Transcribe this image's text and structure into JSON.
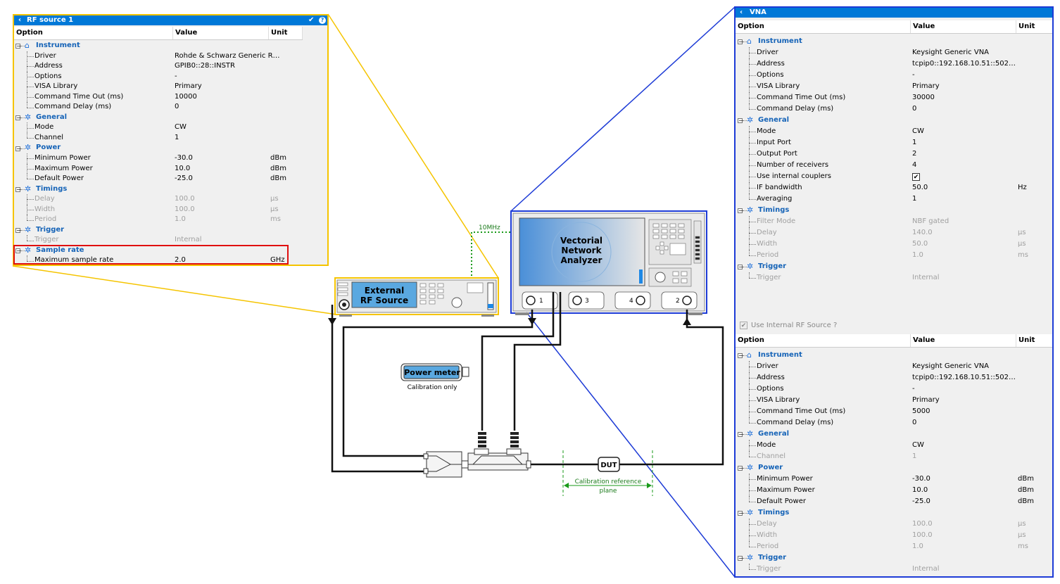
{
  "rf_panel": {
    "title": "RF source 1",
    "headers": [
      "Option",
      "Value",
      "Unit"
    ],
    "rows": [
      {
        "type": "group",
        "label": "Instrument",
        "icon": "instrument-icon"
      },
      {
        "type": "item",
        "label": "Driver",
        "value": "Rohde & Schwarz Generic R…",
        "unit": ""
      },
      {
        "type": "item",
        "label": "Address",
        "value": "GPIB0::28::INSTR",
        "unit": ""
      },
      {
        "type": "item",
        "label": "Options",
        "value": "-",
        "unit": ""
      },
      {
        "type": "item",
        "label": "VISA Library",
        "value": "Primary",
        "unit": ""
      },
      {
        "type": "item",
        "label": "Command Time Out (ms)",
        "value": "10000",
        "unit": ""
      },
      {
        "type": "item",
        "label": "Command Delay (ms)",
        "value": "0",
        "unit": "",
        "last": true
      },
      {
        "type": "group",
        "label": "General",
        "icon": "gear-icon"
      },
      {
        "type": "item",
        "label": "Mode",
        "value": "CW",
        "unit": ""
      },
      {
        "type": "item",
        "label": "Channel",
        "value": "1",
        "unit": "",
        "last": true
      },
      {
        "type": "group",
        "label": "Power",
        "icon": "gear-icon"
      },
      {
        "type": "item",
        "label": "Minimum Power",
        "value": "-30.0",
        "unit": "dBm"
      },
      {
        "type": "item",
        "label": "Maximum Power",
        "value": "10.0",
        "unit": "dBm"
      },
      {
        "type": "item",
        "label": "Default Power",
        "value": "-25.0",
        "unit": "dBm",
        "last": true
      },
      {
        "type": "group",
        "label": "Timings",
        "icon": "gear-icon"
      },
      {
        "type": "item",
        "label": "Delay",
        "value": "100.0",
        "unit": "µs",
        "disabled": true
      },
      {
        "type": "item",
        "label": "Width",
        "value": "100.0",
        "unit": "µs",
        "disabled": true
      },
      {
        "type": "item",
        "label": "Period",
        "value": "1.0",
        "unit": "ms",
        "disabled": true,
        "last": true
      },
      {
        "type": "group",
        "label": "Trigger",
        "icon": "gear-icon"
      },
      {
        "type": "item",
        "label": "Trigger",
        "value": "Internal",
        "unit": "",
        "disabled": true,
        "last": true
      },
      {
        "type": "group",
        "label": "Sample rate",
        "icon": "gear-icon"
      },
      {
        "type": "item",
        "label": "Maximum sample rate",
        "value": "2.0",
        "unit": "GHz",
        "last": true
      }
    ]
  },
  "vna_panel": {
    "title": "VNA",
    "headers": [
      "Option",
      "Value",
      "Unit"
    ],
    "rows_top": [
      {
        "type": "group",
        "label": "Instrument",
        "icon": "instrument-icon"
      },
      {
        "type": "item",
        "label": "Driver",
        "value": "Keysight Generic VNA",
        "unit": ""
      },
      {
        "type": "item",
        "label": "Address",
        "value": "tcpip0::192.168.10.51::502…",
        "unit": ""
      },
      {
        "type": "item",
        "label": "Options",
        "value": "-",
        "unit": ""
      },
      {
        "type": "item",
        "label": "VISA Library",
        "value": "Primary",
        "unit": ""
      },
      {
        "type": "item",
        "label": "Command Time Out (ms)",
        "value": "30000",
        "unit": ""
      },
      {
        "type": "item",
        "label": "Command Delay (ms)",
        "value": "0",
        "unit": "",
        "last": true
      },
      {
        "type": "group",
        "label": "General",
        "icon": "gear-icon"
      },
      {
        "type": "item",
        "label": "Mode",
        "value": "CW",
        "unit": ""
      },
      {
        "type": "item",
        "label": "Input Port",
        "value": "1",
        "unit": ""
      },
      {
        "type": "item",
        "label": "Output Port",
        "value": "2",
        "unit": ""
      },
      {
        "type": "item",
        "label": "Number of receivers",
        "value": "4",
        "unit": ""
      },
      {
        "type": "item",
        "label": "Use internal couplers",
        "value": "",
        "checkbox": true,
        "unit": ""
      },
      {
        "type": "item",
        "label": "IF bandwidth",
        "value": "50.0",
        "unit": "Hz"
      },
      {
        "type": "item",
        "label": "Averaging",
        "value": "1",
        "unit": "",
        "last": true
      },
      {
        "type": "group",
        "label": "Timings",
        "icon": "gear-icon"
      },
      {
        "type": "item",
        "label": "Filter Mode",
        "value": "NBF gated",
        "unit": "",
        "disabled": true
      },
      {
        "type": "item",
        "label": "Delay",
        "value": "140.0",
        "unit": "µs",
        "disabled": true
      },
      {
        "type": "item",
        "label": "Width",
        "value": "50.0",
        "unit": "µs",
        "disabled": true
      },
      {
        "type": "item",
        "label": "Period",
        "value": "1.0",
        "unit": "ms",
        "disabled": true,
        "last": true
      },
      {
        "type": "group",
        "label": "Trigger",
        "icon": "gear-icon"
      },
      {
        "type": "item",
        "label": "Trigger",
        "value": "Internal",
        "unit": "",
        "disabled": true,
        "last": true
      }
    ],
    "use_internal_label": "Use Internal RF Source ?",
    "rows_bottom": [
      {
        "type": "group",
        "label": "Instrument",
        "icon": "instrument-icon"
      },
      {
        "type": "item",
        "label": "Driver",
        "value": "Keysight Generic VNA",
        "unit": ""
      },
      {
        "type": "item",
        "label": "Address",
        "value": "tcpip0::192.168.10.51::502…",
        "unit": ""
      },
      {
        "type": "item",
        "label": "Options",
        "value": "-",
        "unit": ""
      },
      {
        "type": "item",
        "label": "VISA Library",
        "value": "Primary",
        "unit": ""
      },
      {
        "type": "item",
        "label": "Command Time Out (ms)",
        "value": "5000",
        "unit": ""
      },
      {
        "type": "item",
        "label": "Command Delay (ms)",
        "value": "0",
        "unit": "",
        "last": true
      },
      {
        "type": "group",
        "label": "General",
        "icon": "gear-icon"
      },
      {
        "type": "item",
        "label": "Mode",
        "value": "CW",
        "unit": ""
      },
      {
        "type": "item",
        "label": "Channel",
        "value": "1",
        "unit": "",
        "disabled": true,
        "last": true
      },
      {
        "type": "group",
        "label": "Power",
        "icon": "gear-icon"
      },
      {
        "type": "item",
        "label": "Minimum Power",
        "value": "-30.0",
        "unit": "dBm"
      },
      {
        "type": "item",
        "label": "Maximum Power",
        "value": "10.0",
        "unit": "dBm"
      },
      {
        "type": "item",
        "label": "Default Power",
        "value": "-25.0",
        "unit": "dBm",
        "last": true
      },
      {
        "type": "group",
        "label": "Timings",
        "icon": "gear-icon"
      },
      {
        "type": "item",
        "label": "Delay",
        "value": "100.0",
        "unit": "µs",
        "disabled": true
      },
      {
        "type": "item",
        "label": "Width",
        "value": "100.0",
        "unit": "µs",
        "disabled": true
      },
      {
        "type": "item",
        "label": "Period",
        "value": "1.0",
        "unit": "ms",
        "disabled": true,
        "last": true
      },
      {
        "type": "group",
        "label": "Trigger",
        "icon": "gear-icon"
      },
      {
        "type": "item",
        "label": "Trigger",
        "value": "Internal",
        "unit": "",
        "disabled": true,
        "last": true
      }
    ]
  },
  "diagram": {
    "rf_source_label_1": "External",
    "rf_source_label_2": "RF Source",
    "vna_label_1": "Vectorial",
    "vna_label_2": "Network",
    "vna_label_3": "Analyzer",
    "ref_clock_label": "10MHz",
    "power_meter_label": "Power meter",
    "power_meter_note": "Calibration only",
    "dut_label": "DUT",
    "cal_plane_label_1": "Calibration reference",
    "cal_plane_label_2": "plane",
    "port_labels": [
      "1",
      "3",
      "4",
      "2"
    ]
  },
  "colors": {
    "accent": "#0078d7",
    "group_text": "#1563b7",
    "rf_outline": "#f5c400",
    "vna_outline": "#1d3bd6",
    "highlight": "#e01010",
    "clock_line": "#1a9a1a",
    "cal_plane": "#1a9a1a"
  }
}
